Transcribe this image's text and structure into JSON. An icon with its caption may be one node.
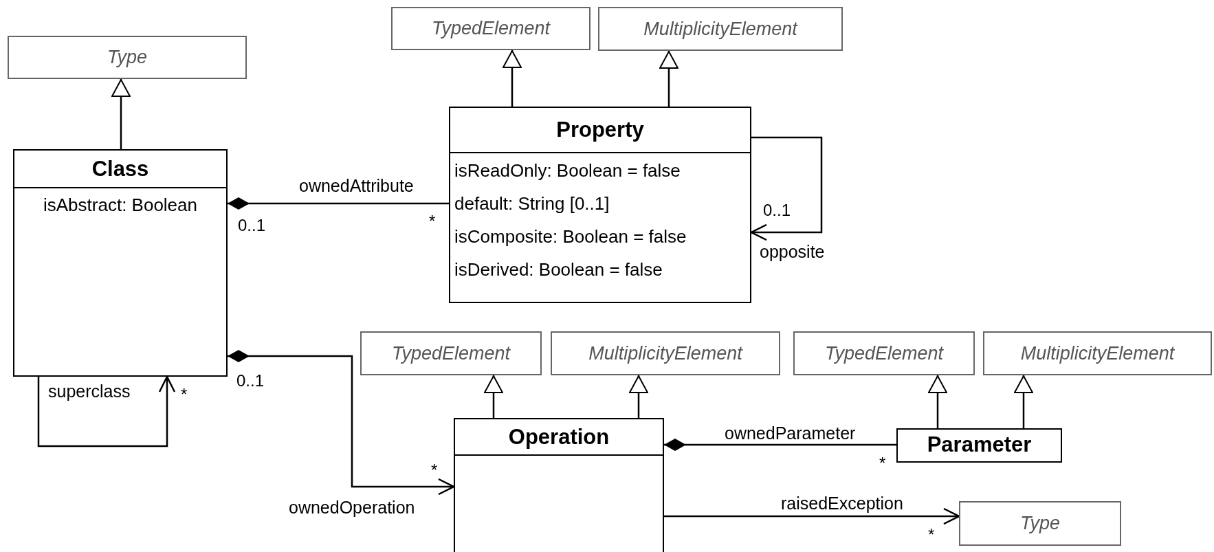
{
  "diagram": {
    "nodes": [
      {
        "text": [
          "Type"
        ]
      },
      {
        "text": [
          "Class",
          "isAbstract: Boolean"
        ]
      },
      {
        "text": [
          "TypedElement"
        ]
      },
      {
        "text": [
          "MultiplicityElement"
        ]
      },
      {
        "text": [
          "Property",
          "isReadOnly: Boolean = false",
          "default: String [0..1]",
          "isComposite: Boolean = false",
          "isDerived: Boolean = false"
        ]
      },
      {
        "text": [
          "TypedElement"
        ]
      },
      {
        "text": [
          "MultiplicityElement"
        ]
      },
      {
        "text": [
          "TypedElement"
        ]
      },
      {
        "text": [
          "MultiplicityElement"
        ]
      },
      {
        "text": [
          "Operation"
        ]
      },
      {
        "text": [
          "Parameter"
        ]
      },
      {
        "text": [
          "Type"
        ]
      }
    ],
    "edges": [
      {
        "from": 1,
        "to": 0,
        "arrow": "to"
      },
      {
        "from": 4,
        "to": 2,
        "arrow": "to"
      },
      {
        "from": 4,
        "to": 3,
        "arrow": "to"
      },
      {
        "from": 1,
        "to": 4,
        "arrow": "other",
        "label": "ownedAttribute"
      },
      {
        "from": 4,
        "to": 4,
        "arrow": "to",
        "label": "opposite"
      },
      {
        "from": 1,
        "to": 9,
        "arrow": "to",
        "label": "ownedOperation"
      },
      {
        "from": 1,
        "to": 1,
        "arrow": "to",
        "label": "superclass"
      },
      {
        "from": 9,
        "to": 5,
        "arrow": "to"
      },
      {
        "from": 9,
        "to": 6,
        "arrow": "to"
      },
      {
        "from": 10,
        "to": 7,
        "arrow": "to"
      },
      {
        "from": 10,
        "to": 8,
        "arrow": "to"
      },
      {
        "from": 9,
        "to": 10,
        "arrow": "other",
        "label": "ownedParameter"
      },
      {
        "from": 9,
        "to": 11,
        "arrow": "to",
        "label": "raisedException"
      }
    ],
    "labels": [
      "0..1",
      "*",
      "0..1",
      "0..1",
      "*",
      "*",
      "*",
      "*"
    ]
  }
}
